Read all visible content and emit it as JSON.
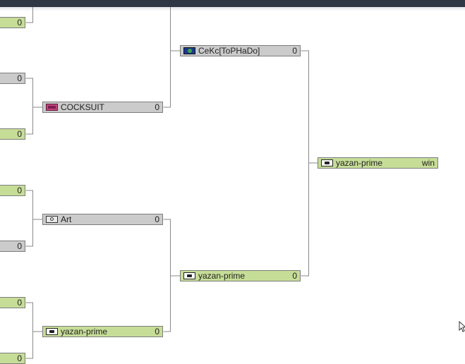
{
  "bracket": {
    "round1": [
      {
        "score": "0"
      },
      {
        "score": "0"
      },
      {
        "score": "0"
      },
      {
        "score": "0"
      },
      {
        "score": "0"
      },
      {
        "score": "0"
      },
      {
        "score": "0"
      }
    ],
    "round2": [
      {
        "name": "COCKSUIT",
        "score": "0",
        "icon": "pink-avatar-icon",
        "state": "lose"
      },
      {
        "name": "Art",
        "score": "0",
        "icon": "art-team-icon",
        "state": "lose"
      },
      {
        "name": "yazan-prime",
        "score": "0",
        "icon": "team-logo-icon",
        "state": "win"
      }
    ],
    "round3": [
      {
        "name": "CeKc[ToPHaDo]",
        "score": "0",
        "icon": "globe-flag-icon",
        "state": "lose"
      },
      {
        "name": "yazan-prime",
        "score": "0",
        "icon": "team-logo-icon",
        "state": "win"
      }
    ],
    "final": {
      "name": "yazan-prime",
      "score": "win",
      "icon": "team-logo-icon",
      "state": "win"
    }
  },
  "colors": {
    "winner_fill": "#c6dd97",
    "loser_fill": "#cbcbcb",
    "topbar": "#2f3745"
  }
}
